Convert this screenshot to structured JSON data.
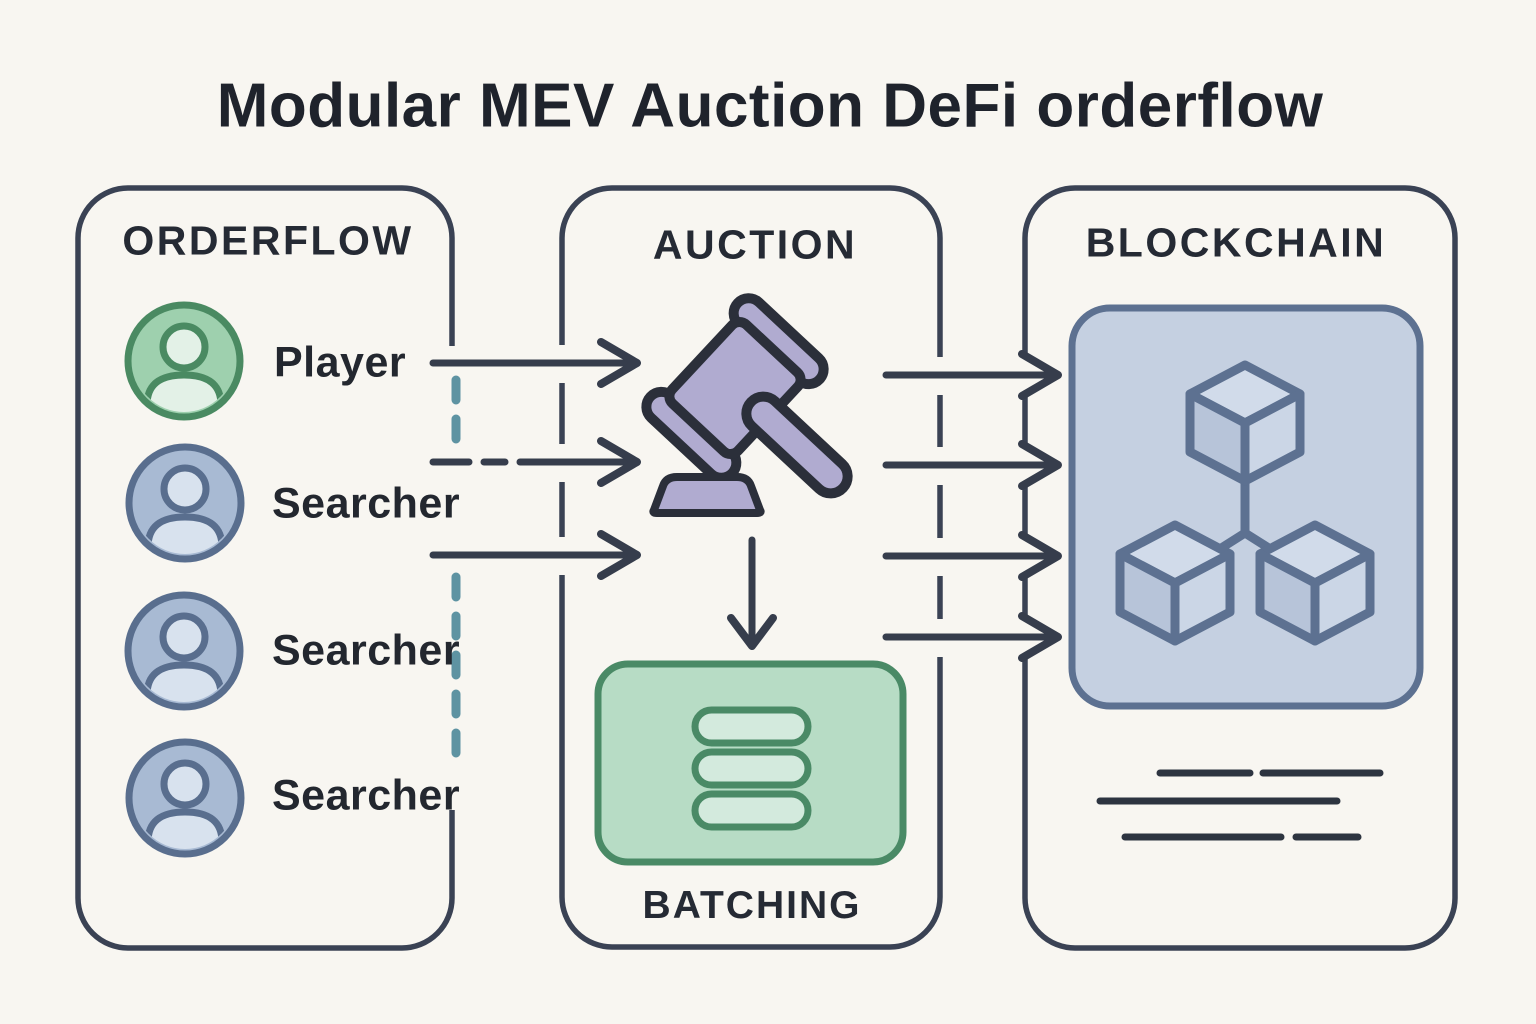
{
  "title": "Modular MEV Auction DeFi orderflow",
  "panels": {
    "orderflow": {
      "title": "ORDERFLOW",
      "actors": [
        {
          "label": "Player",
          "role": "player",
          "icon": "person-avatar-icon"
        },
        {
          "label": "Searcher",
          "role": "searcher",
          "icon": "person-avatar-icon"
        },
        {
          "label": "Searcher",
          "role": "searcher",
          "icon": "person-avatar-icon"
        },
        {
          "label": "Searcher",
          "role": "searcher",
          "icon": "person-avatar-icon"
        }
      ]
    },
    "auction": {
      "title": "AUCTION",
      "icon": "gavel-icon",
      "batching_label": "BATCHING",
      "batching_icon": "stacked-batch-list-icon"
    },
    "blockchain": {
      "title": "BLOCKCHAIN",
      "icon": "linked-cubes-icon",
      "footer_icon": "ledger-text-lines"
    }
  },
  "flows": {
    "orderflow_to_auction": [
      "solid-arrow",
      "dashed-arrow",
      "solid-arrow"
    ],
    "auction_to_batching": [
      "solid-arrow-down"
    ],
    "auction_to_blockchain": [
      "solid-arrow",
      "solid-arrow",
      "solid-arrow",
      "solid-arrow"
    ],
    "orderflow_boundary": "teal-dashed-line"
  },
  "colors": {
    "background": "#f8f6f1",
    "ink": "#23272f",
    "panel_border": "#3a4254",
    "arrow": "#363d4c",
    "teal_dash": "#5e93a2",
    "player_green_fill": "#9ed0ae",
    "player_green_edge": "#4a8a62",
    "searcher_blue_fill": "#a8bad3",
    "searcher_blue_edge": "#596e8e",
    "gavel_purple_fill": "#b0abd0",
    "gavel_purple_edge": "#2b2f3a",
    "batching_green_fill": "#b7dcc5",
    "batching_green_edge": "#4a8a66",
    "chain_blue_fill": "#c5d0e1",
    "chain_blue_edge": "#5d7191"
  }
}
